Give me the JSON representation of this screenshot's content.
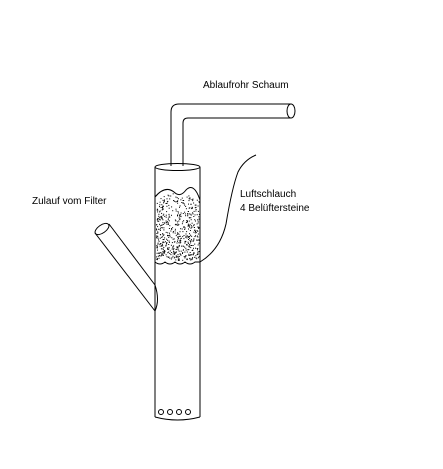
{
  "labels": {
    "outlet": "Ablaufrohr Schaum",
    "inlet": "Zulauf vom Filter",
    "air_line_1": "Luftschlauch",
    "air_line_2": "4 Belüftersteine"
  },
  "colors": {
    "line": "#000000",
    "background": "#ffffff",
    "foam_dots": "#000000"
  }
}
